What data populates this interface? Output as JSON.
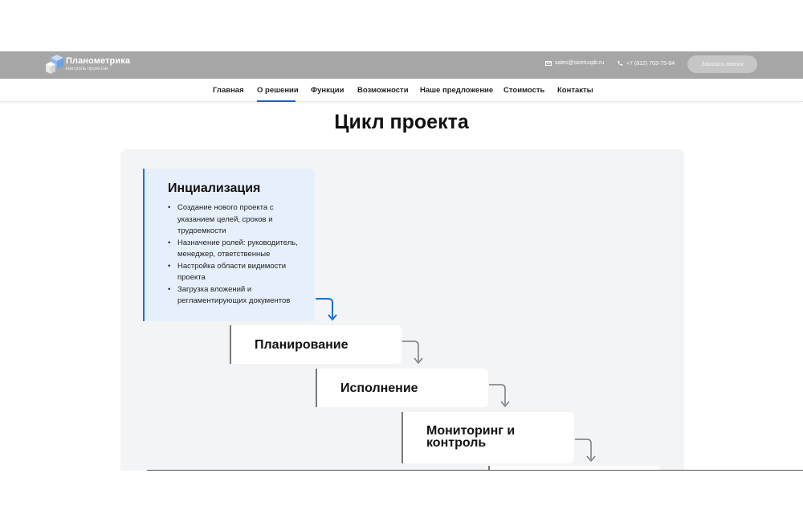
{
  "header": {
    "brand_name": "Планометрика",
    "brand_tagline": "контроль проектов",
    "email": "sales@sicetuspb.ru",
    "phone": "+7 (812) 703-75-84",
    "call_button_label": "Заказать звонок",
    "email_icon": "envelope-icon",
    "phone_icon": "phone-icon"
  },
  "nav": {
    "items": [
      {
        "label": "Главная"
      },
      {
        "label": "О решении",
        "active": true
      },
      {
        "label": "Функции"
      },
      {
        "label": "Возможности"
      },
      {
        "label": "Наше предложение"
      },
      {
        "label": "Стоимость"
      },
      {
        "label": "Контакты"
      }
    ]
  },
  "main": {
    "title": "Цикл проекта",
    "stages": [
      {
        "title": "Инциализация",
        "bullets": [
          "Создание нового проекта с указанием целей, сроков и трудоемкости",
          "Назначение ролей: руководитель, менеджер, ответственные",
          "Настройка области видимости проекта",
          "Загрузка вложений и регламентирующих документов"
        ]
      },
      {
        "title": "Планирование"
      },
      {
        "title": "Исполнение"
      },
      {
        "title": "Мониторинг и контроль"
      }
    ]
  },
  "colors": {
    "header_bg": "#a6a6a6",
    "accent": "#1f6fdc",
    "panel_bg": "#f3f4f6",
    "active_card_bg": "#e6f0fc"
  }
}
